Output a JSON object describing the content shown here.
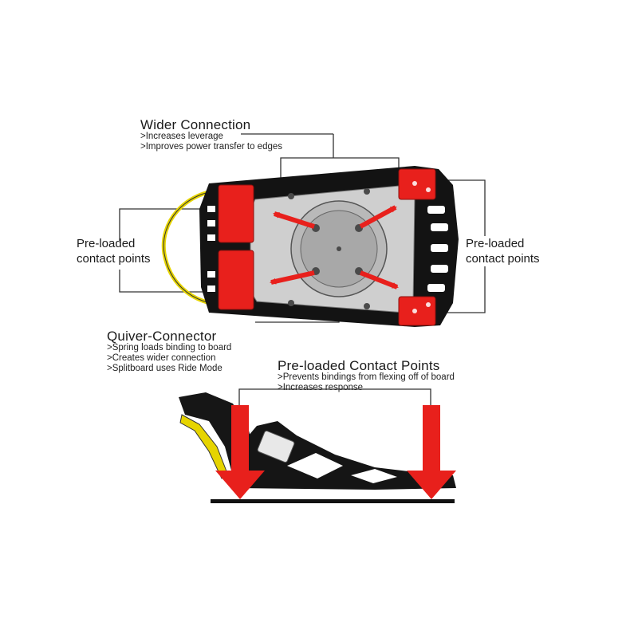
{
  "wider_connection": {
    "title": "Wider Connection",
    "bullets": [
      ">Increases leverage",
      ">Improves power transfer to edges"
    ]
  },
  "preloaded_left": {
    "line1": "Pre-loaded",
    "line2": "contact points"
  },
  "preloaded_right": {
    "line1": "Pre-loaded",
    "line2": "contact points"
  },
  "quiver_connector": {
    "title": "Quiver-Connector",
    "bullets": [
      ">Spring loads binding to board",
      ">Creates wider connection",
      ">Splitboard uses Ride Mode"
    ]
  },
  "preloaded_contact_points": {
    "title": "Pre-loaded Contact Points",
    "bullets": [
      ">Prevents bindings from flexing off of board",
      ">Increases response"
    ]
  },
  "colors": {
    "binding": "#111111",
    "contact_pad": "#e8201c",
    "arrow": "#e8201c",
    "strap": "#e6d400",
    "disc": "#b9b9b9",
    "leader_line": "#333333"
  }
}
